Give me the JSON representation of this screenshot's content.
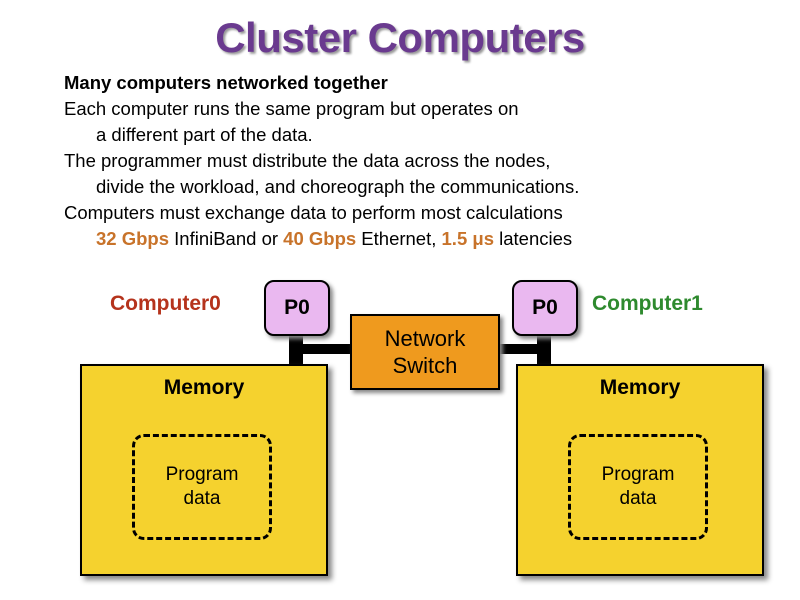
{
  "title": "Cluster Computers",
  "bullets": {
    "line1": "Many computers networked together",
    "line2": "Each computer runs the same program but operates on",
    "line3": "a different part of the data.",
    "line4": "The programmer must distribute the data across the nodes,",
    "line5": "divide the workload, and choreograph the communications.",
    "line6": "Computers must exchange data to perform most calculations",
    "line7": {
      "v1": "32 Gbps",
      "t1": " InfiniBand or ",
      "v2": "40 Gbps",
      "t2": " Ethernet, ",
      "v3": "1.5 μs",
      "t3": " latencies"
    }
  },
  "diagram": {
    "computer0_label": "Computer0",
    "computer1_label": "Computer1",
    "proc0_label": "P0",
    "proc1_label": "P0",
    "switch_line1": "Network",
    "switch_line2": "Switch",
    "memory_label": "Memory",
    "program_data_line1": "Program",
    "program_data_line2": "data"
  },
  "colors": {
    "title": "#6a3a8f",
    "highlight": "#c8732a",
    "computer0": "#b5331c",
    "computer1": "#2e8a2e",
    "processor": "#eab8f0",
    "switch": "#ef9a1e",
    "memory": "#f5d22e"
  }
}
